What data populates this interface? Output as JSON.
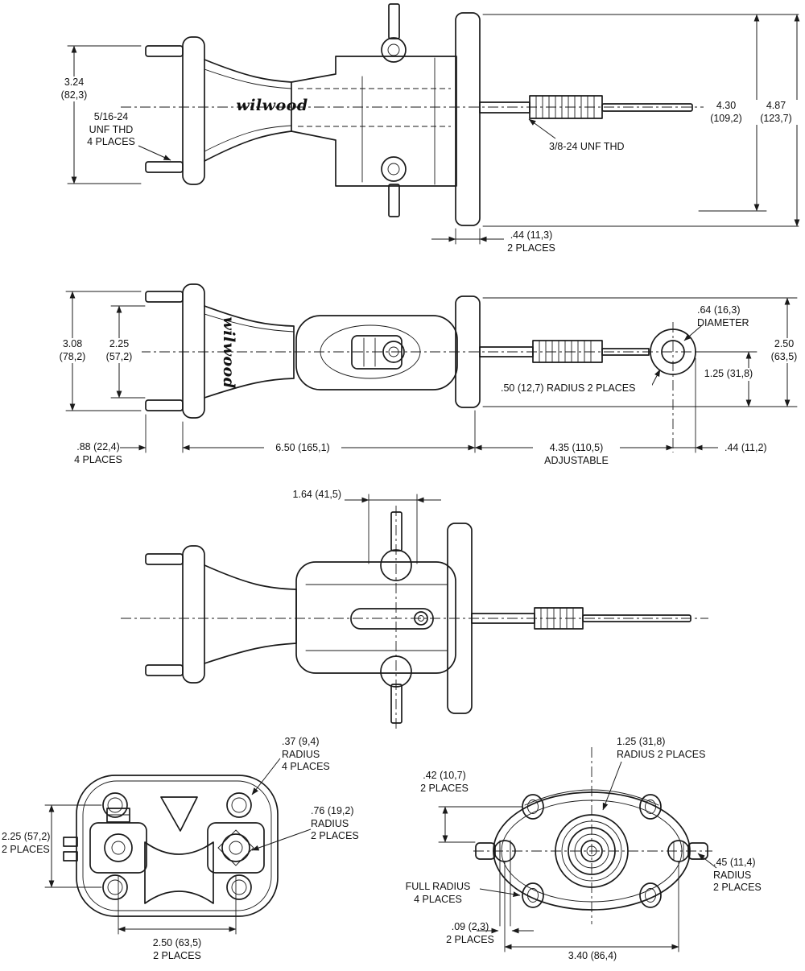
{
  "colors": {
    "ink": "#1a1a1a",
    "background": "#ffffff"
  },
  "logo": "wilwood",
  "view_side": {
    "dim_height_flange": "3.24\n(82,3)",
    "thread_note_left": "5/16-24\nUNF THD\n4 PLACES",
    "thread_note_rod": "3/8-24 UNF THD",
    "dim_length_body": "4.30\n(109,2)",
    "dim_length_total": "4.87\n(123,7)",
    "dim_flange_offset": ".44 (11,3)\n2 PLACES"
  },
  "view_top_clevis": {
    "dim_height_flange": "3.08\n(78,2)",
    "dim_bolt_spacing": "2.25\n(57,2)",
    "dim_eye_diameter": ".64 (16,3)\nDIAMETER",
    "dim_eye_height": "2.50\n(63,5)",
    "dim_eye_center": "1.25 (31,8)",
    "note_radius": ".50 (12,7) RADIUS 2 PLACES",
    "dim_bolt_length": ".88 (22,4)\n4 PLACES",
    "dim_body_length": "6.50 (165,1)",
    "dim_rod_length": "4.35 (110,5)\nADJUSTABLE",
    "dim_eye_width": ".44 (11,2)"
  },
  "view_plan": {
    "dim_port_offset": "1.64 (41,5)"
  },
  "view_back": {
    "note_corner_radius": ".37 (9,4)\nRADIUS\n4 PLACES",
    "note_boss_radius": ".76 (19,2)\nRADIUS\n2 PLACES",
    "dim_hole_spacing_v": "2.25 (57,2)\n2 PLACES",
    "dim_hole_spacing_h": "2.50 (63,5)\n2 PLACES"
  },
  "view_front": {
    "note_flange_radius": "1.25 (31,8)\nRADIUS  2 PLACES",
    "dim_offset": ".42 (10,7)\n2 PLACES",
    "note_full_radius": "FULL RADIUS\n4 PLACES",
    "note_tab_radius": ".45 (11,4)\nRADIUS\n2 PLACES",
    "dim_slot": ".09 (2,3)\n2 PLACES",
    "dim_width": "3.40 (86,4)"
  }
}
